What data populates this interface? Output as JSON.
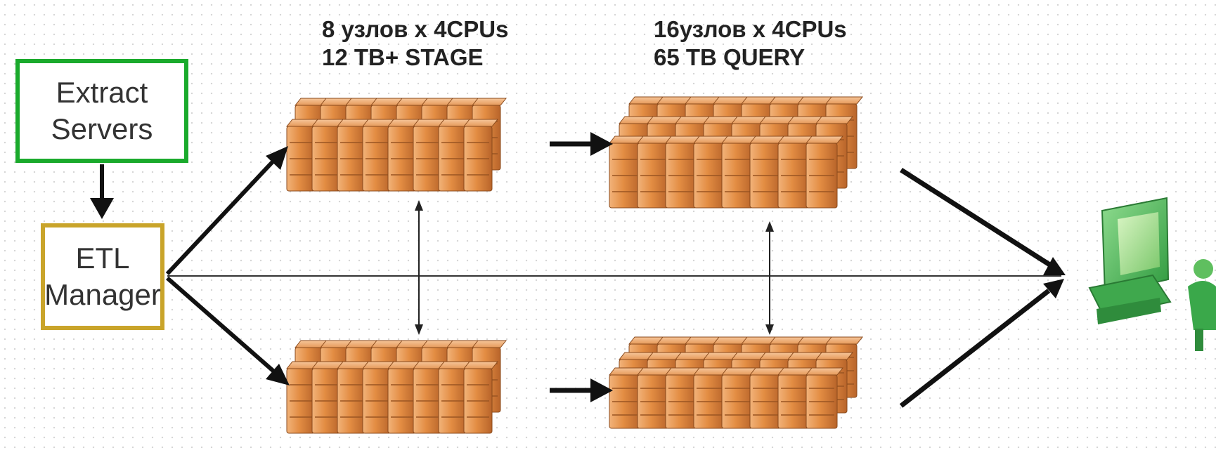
{
  "extract": {
    "line1": "Extract",
    "line2": "Servers"
  },
  "etl": {
    "line1": "ETL",
    "line2": "Manager"
  },
  "stage": {
    "line1": "8 узлов x 4CPUs",
    "line2": "12 TB+ STAGE"
  },
  "query": {
    "line1": "16узлов x 4CPUs",
    "line2": "65 TB QUERY"
  },
  "colors": {
    "extract_border": "#1aaa2c",
    "etl_border": "#c9a42a",
    "server_orange": "#e0843a",
    "client_green": "#3fb14f"
  },
  "icons": [
    "server-rack-icon",
    "client-workstation-icon",
    "user-icon"
  ]
}
